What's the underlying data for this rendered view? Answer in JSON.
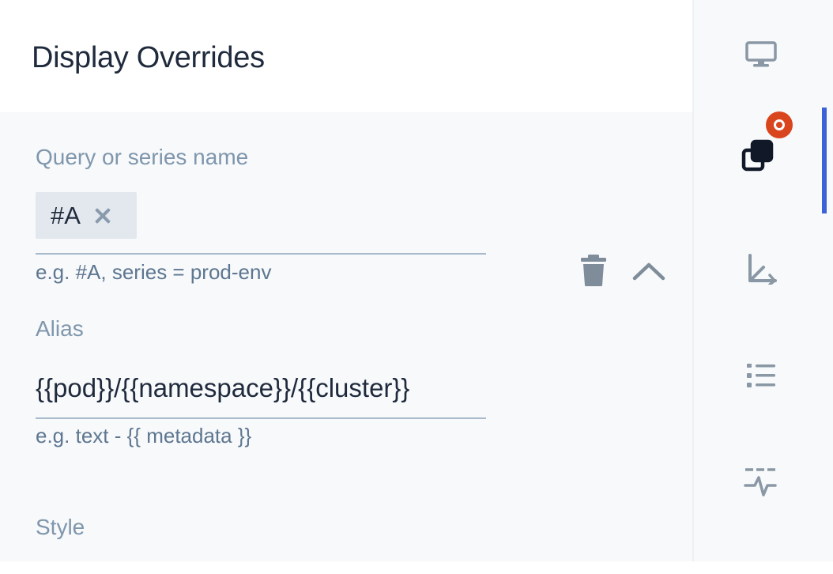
{
  "panel": {
    "title": "Display Overrides"
  },
  "query": {
    "label": "Query or series name",
    "tags": [
      {
        "text": "#A"
      }
    ],
    "hint": "e.g. #A, series = prod-env"
  },
  "alias": {
    "label": "Alias",
    "value": "{{pod}}/{{namespace}}/{{cluster}}",
    "hint": "e.g. text - {{ metadata }}"
  },
  "style": {
    "label": "Style"
  },
  "rail": {
    "items": [
      {
        "icon": "monitor-icon"
      },
      {
        "icon": "overrides-icon",
        "active": true,
        "badge": true
      },
      {
        "icon": "axes-icon"
      },
      {
        "icon": "list-icon"
      },
      {
        "icon": "thresholds-icon"
      }
    ]
  },
  "colors": {
    "accent": "#3b62d6",
    "badge": "#d9461e",
    "title": "#1f2a3c",
    "label": "#7f96ac"
  }
}
